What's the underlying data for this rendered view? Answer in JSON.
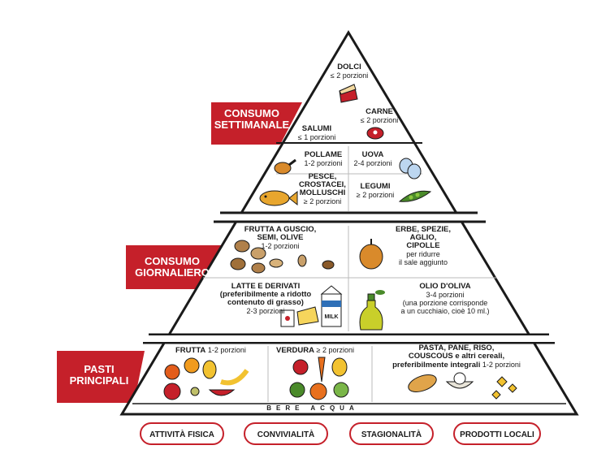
{
  "banners": {
    "weekly": [
      "CONSUMO",
      "SETTIMANALE"
    ],
    "daily": [
      "CONSUMO",
      "GIORNALIERO"
    ],
    "main": [
      "PASTI",
      "PRINCIPALI"
    ]
  },
  "tiers": {
    "weekly": {
      "dolci": {
        "name": "DOLCI",
        "portion": "≤ 2 porzioni"
      },
      "carne": {
        "name": "CARNE",
        "portion": "≤ 2 porzioni"
      },
      "salumi": {
        "name": "SALUMI",
        "portion": "≤ 1 porzioni"
      },
      "pollame": {
        "name": "POLLAME",
        "portion": "1-2 porzioni"
      },
      "uova": {
        "name": "UOVA",
        "portion": "2-4 porzioni"
      },
      "pesce": {
        "name_lines": [
          "PESCE,",
          "CROSTACEI,",
          "MOLLUSCHI"
        ],
        "portion": "≥ 2 porzioni"
      },
      "legumi": {
        "name": "LEGUMI",
        "portion": "≥ 2 porzioni"
      }
    },
    "daily": {
      "frutta_guscio": {
        "name_lines": [
          "FRUTTA A GUSCIO,",
          "SEMI, OLIVE"
        ],
        "portion": "1-2 porzioni"
      },
      "erbe": {
        "name_lines": [
          "ERBE, SPEZIE,",
          "AGLIO,",
          "CIPOLLE"
        ],
        "note_lines": [
          "per ridurre",
          "il sale aggiunto"
        ]
      },
      "latte": {
        "name": "LATTE E DERIVATI",
        "note_lines": [
          "(preferibilmente a ridotto",
          "contenuto di grasso)"
        ],
        "portion": "2-3 porzioni"
      },
      "olio": {
        "name": "OLIO D'OLIVA",
        "portion": "3-4 porzioni",
        "note_lines": [
          "(una porzione corrisponde",
          "a un cucchiaio, cioè 10 ml.)"
        ]
      }
    },
    "main": {
      "frutta": {
        "name": "FRUTTA",
        "portion": "1-2 porzioni"
      },
      "verdura": {
        "name": "VERDURA",
        "portion": "≥ 2 porzioni"
      },
      "cereali": {
        "name_lines": [
          "PASTA, PANE, RISO,",
          "COUSCOUS e altri cereali,",
          "preferibilmente integrali"
        ],
        "portion": "1-2 porzioni"
      }
    }
  },
  "water": "BERE ACQUA",
  "milk_carton": "MILK",
  "pills": [
    "ATTIVITÀ FISICA",
    "CONVIVIALITÀ",
    "STAGIONALITÀ",
    "PRODOTTI LOCALI"
  ],
  "colors": {
    "accent": "#c5202a",
    "outline": "#1a1a1a"
  }
}
